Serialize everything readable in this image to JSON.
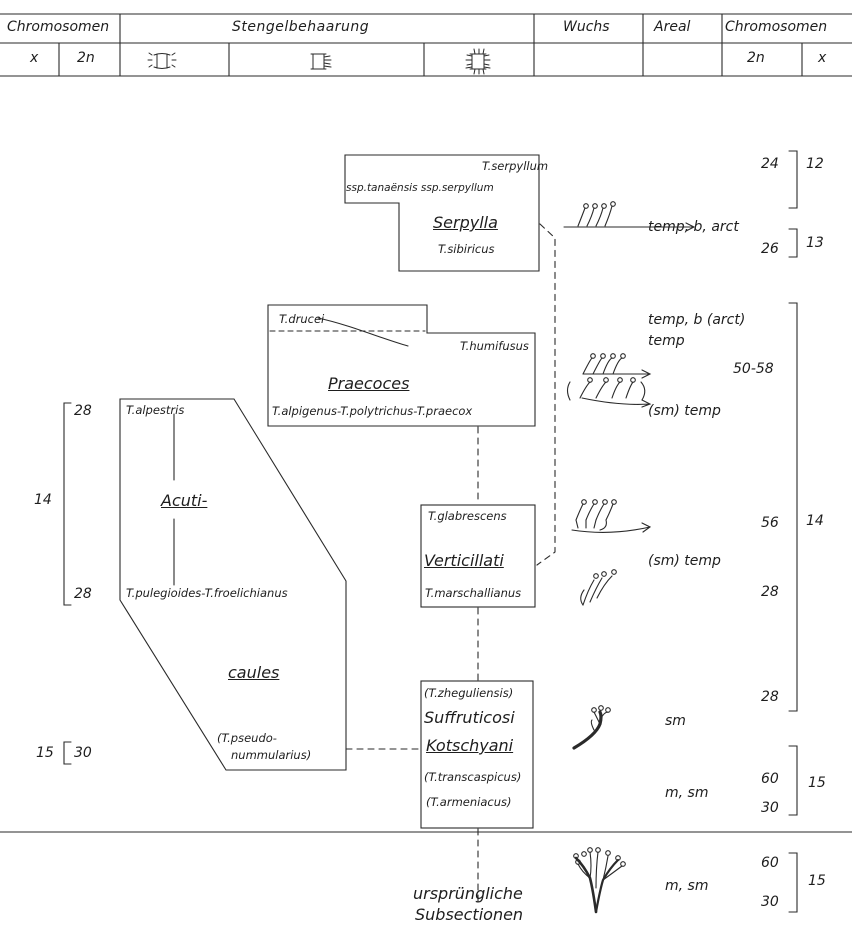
{
  "header": {
    "chromosomen_left": "Chromosomen",
    "stengelbehaarung": "Stengelbehaarung",
    "wuchs": "Wuchs",
    "areal": "Areal",
    "chromosomen_right": "Chromosomen",
    "x_left": "x",
    "two_n_left": "2n",
    "two_n_right": "2n",
    "x_right": "x",
    "hair_icons": [
      "hair-type-icon-1",
      "hair-type-icon-2",
      "hair-type-icon-3"
    ]
  },
  "serpylla": {
    "species_1": "T.serpyllum",
    "subspecies": "ssp.tanaënsis ssp.serpyllum",
    "name": "Serpylla",
    "species_2": "T.sibiricus",
    "areal": "temp, b, arct",
    "chrom_2n_1": "24",
    "chrom_x_1": "12",
    "chrom_2n_2": "26",
    "chrom_x_2": "13"
  },
  "praecoces": {
    "species_1": "T.drucei",
    "species_2": "T.humifusus",
    "name": "Praecoces",
    "species_3": "T.alpigenus-T.polytrichus-T.praecox",
    "areal_1": "temp, b (arct)",
    "areal_2": "temp",
    "areal_3": "(sm) temp",
    "chrom_2n": "50-58"
  },
  "acuticaules": {
    "name_1": "Acuti-",
    "name_2": "caules",
    "species_1": "T.alpestris",
    "species_2": "T.pulegioides-T.froelichianus",
    "species_3": "(T.pseudo-",
    "species_3b": "nummularius)",
    "chrom_2n_top": "28",
    "chrom_2n_bottom": "28",
    "chrom_x": "14",
    "chrom_x_2": "15",
    "chrom_2n_3": "30"
  },
  "verticillati": {
    "species_1": "T.glabrescens",
    "name": "Verticillati",
    "species_2": "T.marschallianus",
    "areal": "(sm) temp",
    "chrom_2n_1": "56",
    "chrom_2n_2": "28",
    "chrom_x": "14"
  },
  "suffruticosi": {
    "species_1": "(T.zheguliensis)",
    "name": "Suffruticosi",
    "chrom_2n": "28",
    "areal": "sm"
  },
  "kotschyani": {
    "name": "Kotschyani",
    "species_1": "(T.transcaspicus)",
    "species_2": "(T.armeniacus)",
    "areal": "m, sm",
    "chrom_2n_1": "60",
    "chrom_2n_2": "30",
    "chrom_x": "15"
  },
  "origin": {
    "line_1": "ursprüngliche",
    "line_2": "Subsectionen",
    "areal": "m, sm",
    "chrom_2n_1": "60",
    "chrom_2n_2": "30",
    "chrom_x": "15"
  }
}
